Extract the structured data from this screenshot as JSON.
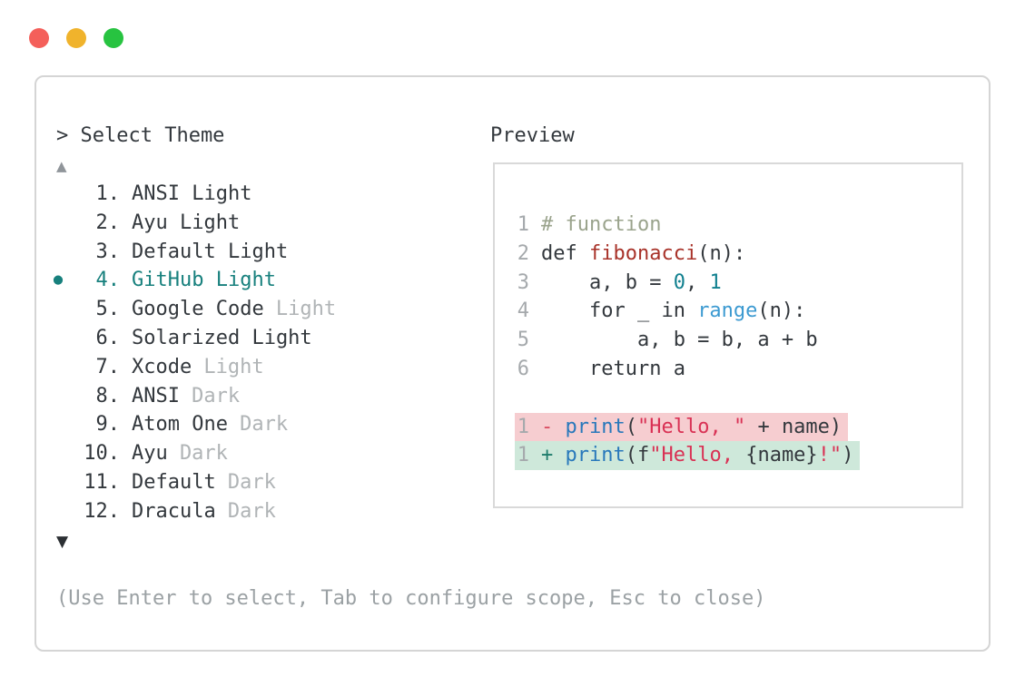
{
  "window": {
    "traffic_lights": [
      {
        "name": "close",
        "color": "#f45f5a"
      },
      {
        "name": "minimize",
        "color": "#f0b32c"
      },
      {
        "name": "zoom",
        "color": "#27c340"
      }
    ]
  },
  "prompt": {
    "text": "> Select Theme"
  },
  "scroll_up_icon": "▲",
  "scroll_down_icon": "▼",
  "theme_list": {
    "selected_bullet": "●",
    "items": [
      {
        "num": "1.",
        "name": "ANSI Light",
        "muted": "",
        "selected": false
      },
      {
        "num": "2.",
        "name": "Ayu Light",
        "muted": "",
        "selected": false
      },
      {
        "num": "3.",
        "name": "Default Light",
        "muted": "",
        "selected": false
      },
      {
        "num": "4.",
        "name": "GitHub Light",
        "muted": "",
        "selected": true
      },
      {
        "num": "5.",
        "name": "Google Code",
        "muted": "Light",
        "selected": false
      },
      {
        "num": "6.",
        "name": "Solarized Light",
        "muted": "",
        "selected": false
      },
      {
        "num": "7.",
        "name": "Xcode",
        "muted": "Light",
        "selected": false
      },
      {
        "num": "8.",
        "name": "ANSI",
        "muted": "Dark",
        "selected": false
      },
      {
        "num": "9.",
        "name": "Atom One",
        "muted": "Dark",
        "selected": false
      },
      {
        "num": "10.",
        "name": "Ayu",
        "muted": "Dark",
        "selected": false
      },
      {
        "num": "11.",
        "name": "Default",
        "muted": "Dark",
        "selected": false
      },
      {
        "num": "12.",
        "name": "Dracula",
        "muted": "Dark",
        "selected": false
      }
    ]
  },
  "preview": {
    "label": "Preview",
    "code_lines": [
      {
        "num": "1",
        "tokens": [
          {
            "t": "# function",
            "c": "comment"
          }
        ]
      },
      {
        "num": "2",
        "tokens": [
          {
            "t": "def ",
            "c": "plain"
          },
          {
            "t": "fibonacci",
            "c": "func"
          },
          {
            "t": "(n):",
            "c": "plain"
          }
        ]
      },
      {
        "num": "3",
        "tokens": [
          {
            "t": "    a, b = ",
            "c": "plain"
          },
          {
            "t": "0",
            "c": "num"
          },
          {
            "t": ", ",
            "c": "plain"
          },
          {
            "t": "1",
            "c": "num"
          }
        ]
      },
      {
        "num": "4",
        "tokens": [
          {
            "t": "    for _ in ",
            "c": "plain"
          },
          {
            "t": "range",
            "c": "blue2"
          },
          {
            "t": "(n):",
            "c": "plain"
          }
        ]
      },
      {
        "num": "5",
        "tokens": [
          {
            "t": "        a, b = b, a + b",
            "c": "plain"
          }
        ]
      },
      {
        "num": "6",
        "tokens": [
          {
            "t": "    return a",
            "c": "plain"
          }
        ]
      },
      {
        "num": "",
        "tokens": []
      },
      {
        "num": "1",
        "bg": "del",
        "tokens": [
          {
            "t": "- ",
            "c": "del"
          },
          {
            "t": "print",
            "c": "blue1"
          },
          {
            "t": "(",
            "c": "plain"
          },
          {
            "t": "\"Hello, \"",
            "c": "str"
          },
          {
            "t": " + name)",
            "c": "plain"
          }
        ]
      },
      {
        "num": "1",
        "bg": "add",
        "tokens": [
          {
            "t": "+ ",
            "c": "add"
          },
          {
            "t": "print",
            "c": "blue1"
          },
          {
            "t": "(f",
            "c": "plain"
          },
          {
            "t": "\"Hello, ",
            "c": "str"
          },
          {
            "t": "{name}",
            "c": "plain"
          },
          {
            "t": "!\"",
            "c": "str"
          },
          {
            "t": ")",
            "c": "plain"
          }
        ]
      }
    ]
  },
  "footer": {
    "hint": "(Use Enter to select, Tab to configure scope, Esc to close)"
  },
  "colors": {
    "text": "#33383d",
    "accent_teal": "#17807d",
    "muted": "#b0b4b6",
    "gray": "#9ba1a4",
    "line_number": "#a5a9ac",
    "comment": "#9aa38c",
    "func_red": "#a83229",
    "number_teal": "#11808f",
    "print_blue": "#2878bb",
    "range_blue": "#3c9ad1",
    "string_crimson": "#d93154",
    "del_sign": "#d94a5f",
    "add_sign": "#1e7b6b",
    "del_bg": "#f6cdd0",
    "add_bg": "#cee8da"
  }
}
